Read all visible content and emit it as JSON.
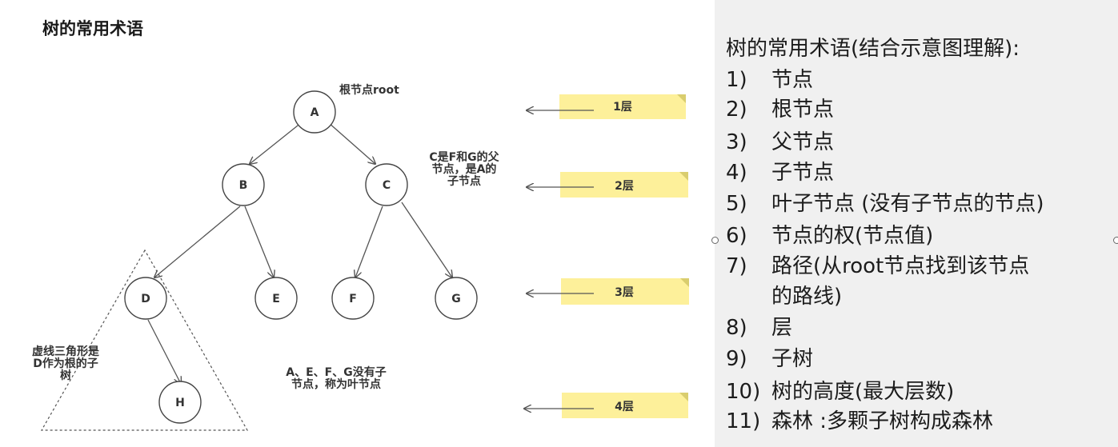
{
  "diagram": {
    "title": "树的常用术语",
    "nodes": [
      "A",
      "B",
      "C",
      "D",
      "E",
      "F",
      "G",
      "H"
    ],
    "annotations": {
      "root": "根节点root",
      "parent_line1": "C是F和G的父",
      "parent_line2": "节点，是A的",
      "parent_line3": "子节点",
      "subtree_line1": "虚线三角形是",
      "subtree_line2": "D作为根的子",
      "subtree_line3": "树",
      "leaf_line1": "A、E、F、G没有子",
      "leaf_line2": "节点，称为叶节点"
    },
    "levels": [
      "1层",
      "2层",
      "3层",
      "4层"
    ],
    "colors": {
      "level_tag": "#fdf09a",
      "level_tag_fold": "#d9cd6e",
      "node_stroke": "#444444",
      "edge": "#555555"
    }
  },
  "panel": {
    "title": "树的常用术语(结合示意图理解):",
    "items": [
      {
        "num": "1)",
        "text": "节点"
      },
      {
        "num": "2)",
        "text": "根节点"
      },
      {
        "num": "3)",
        "text": "父节点"
      },
      {
        "num": "4)",
        "text": "子节点"
      },
      {
        "num": "5)",
        "text": "叶子节点 (没有子节点的节点)"
      },
      {
        "num": "6)",
        "text": "节点的权(节点值)"
      },
      {
        "num": "7)",
        "text": "路径(从root节点找到该节点"
      },
      {
        "num": "",
        "text": "的路线)"
      },
      {
        "num": "8)",
        "text": "层"
      },
      {
        "num": "9)",
        "text": "子树"
      },
      {
        "num": "10)",
        "text": "树的高度(最大层数)"
      },
      {
        "num": "11)",
        "text": "森林 :多颗子树构成森林"
      }
    ]
  }
}
